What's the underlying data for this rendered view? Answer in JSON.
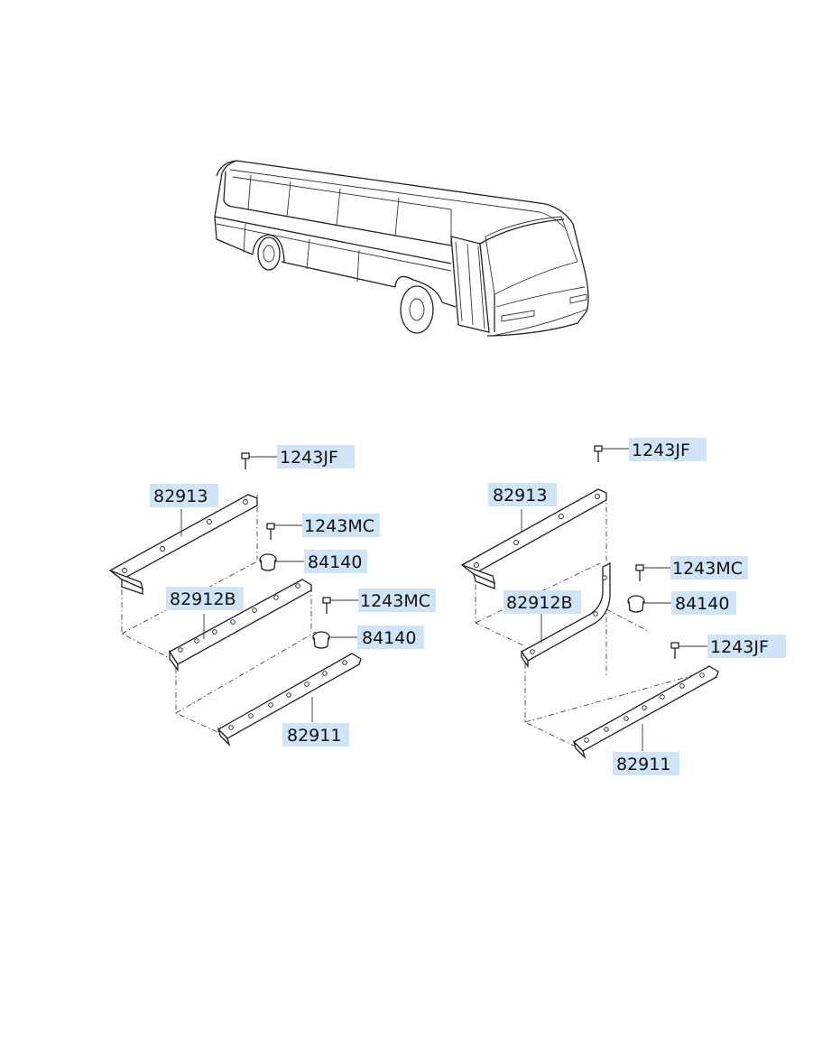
{
  "diagram": {
    "vehicle": {
      "name": "bus"
    },
    "left_group": {
      "labels": [
        "1243JF",
        "82913",
        "1243MC",
        "84140",
        "82912B",
        "1243MC",
        "84140",
        "82911"
      ]
    },
    "right_group": {
      "labels": [
        "1243JF",
        "82913",
        "1243MC",
        "84140",
        "82912B",
        "1243JF",
        "82911"
      ]
    }
  },
  "colors": {
    "label_bg": "#cfe4f7",
    "line": "#222222"
  }
}
